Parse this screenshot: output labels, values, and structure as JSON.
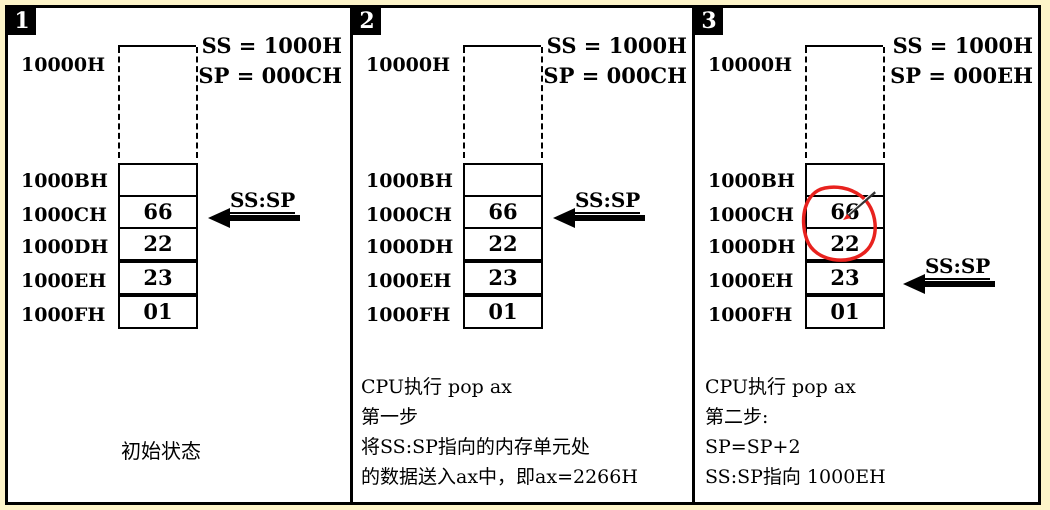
{
  "panels": [
    {
      "number": "1",
      "ss": "SS = 1000H",
      "sp": "SP = 000CH",
      "top_address": "10000H",
      "addresses": [
        "1000BH",
        "1000CH",
        "1000DH",
        "1000EH",
        "1000FH"
      ],
      "values": [
        "",
        "66",
        "22",
        "23",
        "01"
      ],
      "pointer_label": "SS:SP",
      "caption": [
        "初始状态"
      ]
    },
    {
      "number": "2",
      "ss": "SS = 1000H",
      "sp": "SP = 000CH",
      "top_address": "10000H",
      "addresses": [
        "1000BH",
        "1000CH",
        "1000DH",
        "1000EH",
        "1000FH"
      ],
      "values": [
        "",
        "66",
        "22",
        "23",
        "01"
      ],
      "pointer_label": "SS:SP",
      "caption": [
        "CPU执行 pop ax",
        "第一步",
        "将SS:SP指向的内存单元处",
        "的数据送入ax中，即ax=2266H"
      ]
    },
    {
      "number": "3",
      "ss": "SS = 1000H",
      "sp": "SP = 000EH",
      "top_address": "10000H",
      "addresses": [
        "1000BH",
        "1000CH",
        "1000DH",
        "1000EH",
        "1000FH"
      ],
      "values": [
        "",
        "66",
        "22",
        "23",
        "01"
      ],
      "pointer_label": "SS:SP",
      "caption": [
        "CPU执行 pop ax",
        "第二步:",
        "SP=SP+2",
        "SS:SP指向 1000EH"
      ]
    }
  ],
  "colors": {
    "background": "#fdf4c8",
    "annotation": "#e8221e"
  }
}
